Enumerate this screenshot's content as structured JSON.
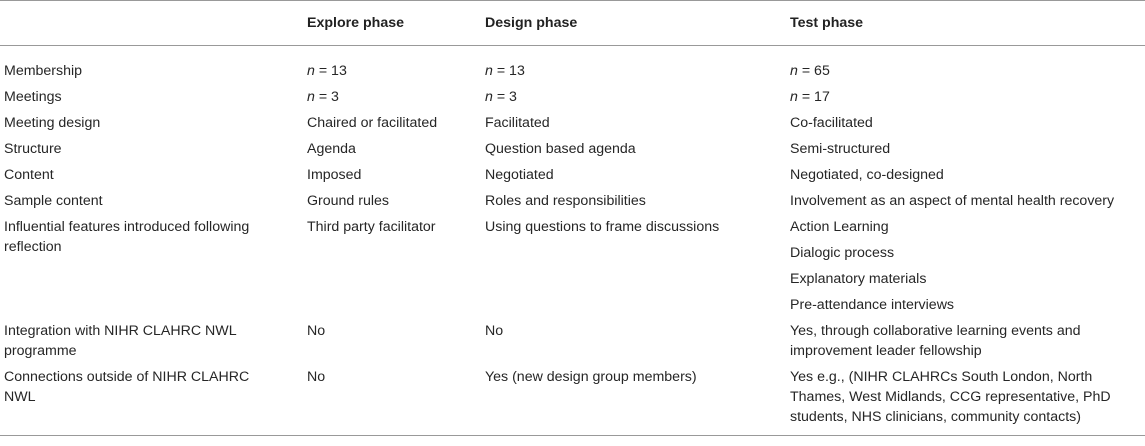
{
  "headers": [
    "",
    "Explore phase",
    "Design phase",
    "Test phase"
  ],
  "rows": [
    {
      "label": "Membership",
      "explore_n": "n",
      "explore_v": " = 13",
      "design_n": "n",
      "design_v": " = 13",
      "test_n": "n",
      "test_v": " = 65"
    },
    {
      "label": "Meetings",
      "explore_n": "n",
      "explore_v": " = 3",
      "design_n": "n",
      "design_v": " = 3",
      "test_n": "n",
      "test_v": " = 17"
    },
    {
      "label": "Meeting design",
      "explore": "Chaired or facilitated",
      "design": "Facilitated",
      "test": "Co-facilitated"
    },
    {
      "label": "Structure",
      "explore": "Agenda",
      "design": "Question based agenda",
      "test": "Semi-structured"
    },
    {
      "label": "Content",
      "explore": "Imposed",
      "design": "Negotiated",
      "test": "Negotiated, co-designed"
    },
    {
      "label": "Sample content",
      "explore": "Ground rules",
      "design": "Roles and responsibilities",
      "test": "Involvement as an aspect of mental health recovery"
    },
    {
      "label": "Influential features introduced following reflection",
      "explore": "Third party facilitator",
      "design": "Using questions to frame discussions",
      "test_list": [
        "Action Learning",
        "Dialogic process",
        "Explanatory materials",
        "Pre-attendance interviews"
      ]
    },
    {
      "label": "Integration with NIHR CLAHRC NWL programme",
      "explore": "No",
      "design": "No",
      "test": "Yes, through collaborative learning events and improvement leader fellowship"
    },
    {
      "label": "Connections outside of NIHR CLAHRC NWL",
      "explore": "No",
      "design": "Yes (new design group members)",
      "test": "Yes e.g., (NIHR CLAHRCs South London, North Thames, West Midlands, CCG representative, PhD students, NHS clinicians, community contacts)"
    }
  ]
}
